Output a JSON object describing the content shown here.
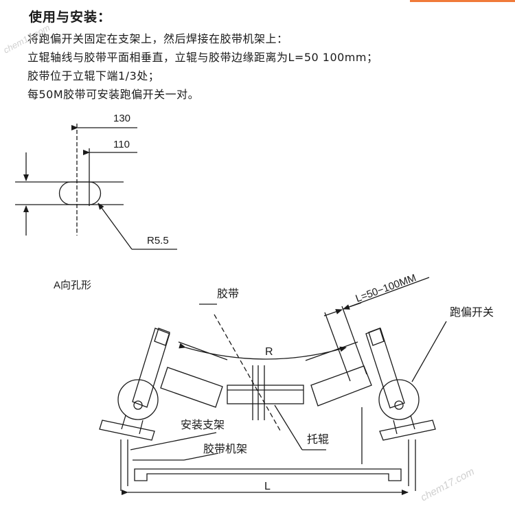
{
  "instructions": {
    "title": "使用与安装：",
    "lines": [
      "将跑偏开关固定在支架上，然后焊接在胶带机架上：",
      "立辊轴线与胶带平面相垂直，立辊与胶带边缘距离为L=50  100mm；",
      "胶带位于立辊下端1/3处；",
      "每50M胶带可安装跑偏开关一对。"
    ]
  },
  "hole_detail": {
    "dim_130": "130",
    "dim_110": "110",
    "radius": "R5.5",
    "caption": "A向孔形"
  },
  "conveyor": {
    "belt_label": "胶带",
    "r_label": "R",
    "gap_label": "L=50−100MM",
    "switch_label": "跑偏开关",
    "bracket_label": "安装支架",
    "frame_label": "胶带机架",
    "idler_label": "托辊",
    "width_label": "L"
  },
  "watermarks": [
    "chem17.com",
    "chem17.com"
  ],
  "colors": {
    "accent": "#f07a3a",
    "line": "#1a1a1a"
  }
}
